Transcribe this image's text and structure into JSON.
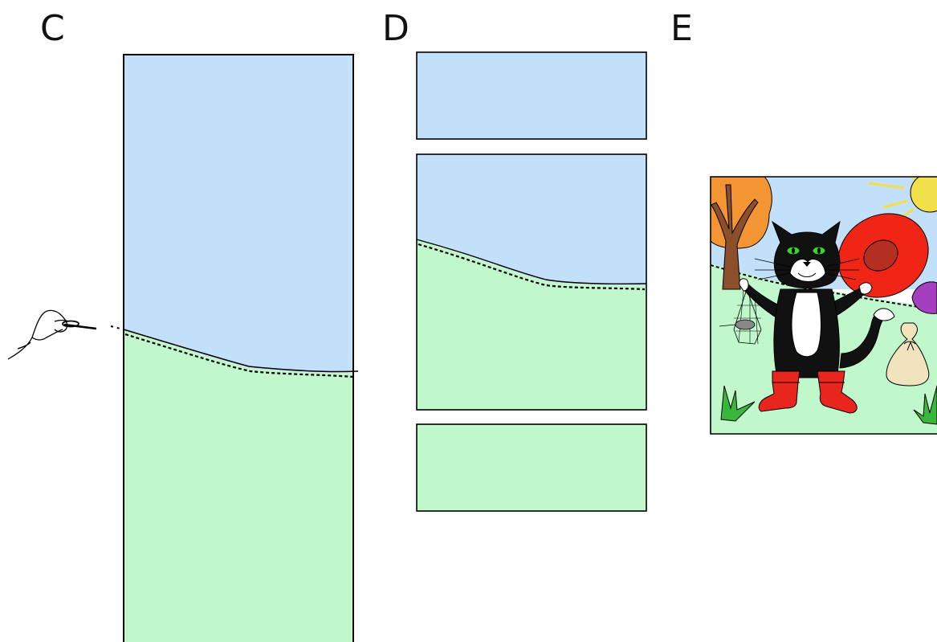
{
  "panels": {
    "c": {
      "label": "C"
    },
    "d": {
      "label": "D"
    },
    "e": {
      "label": "E"
    }
  },
  "colors": {
    "sky": "#c2e0f9",
    "ground": "#c0f7cb",
    "outline": "#000000",
    "tree_foliage": "#f29532",
    "tree_trunk": "#8b4f2a",
    "sun": "#f2e04a",
    "cat_body": "#111111",
    "cat_chest": "#ffffff",
    "cat_eyes": "#35d630",
    "boots": "#e8261e",
    "hat": "#f02516",
    "hat_band": "#b52e22",
    "purple_feather": "#a43fc0",
    "sack": "#f1e3bd",
    "grass": "#38b73a"
  },
  "icons": {
    "stitching_hand": "hand-holding-needle-icon",
    "cat_picture": "puss-in-boots-illustration"
  }
}
